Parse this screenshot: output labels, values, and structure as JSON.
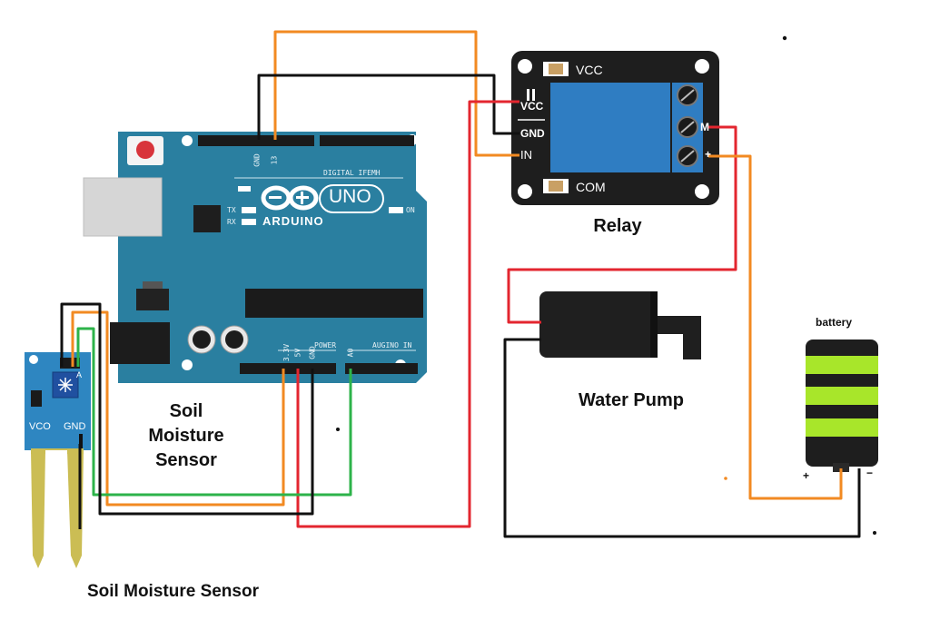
{
  "labels": {
    "relay": "Relay",
    "water_pump": "Water Pump",
    "battery": "battery",
    "soil_sensor_side": "Soil\nMoisture\nSensor",
    "soil_sensor_bottom": "Soil Moisture Sensor"
  },
  "relay_pins": {
    "vcc_top": "VCC",
    "com": "COM",
    "vcc": "VCC",
    "gnd": "GND",
    "in": "IN",
    "m": "M",
    "plus": "+"
  },
  "arduino": {
    "brand": "ARDUINO",
    "model": "UNO",
    "digital": "DIGITAL IFEMH",
    "power": "POWER",
    "analog": "AUGINO IN",
    "gnd": "GND",
    "pin13": "13",
    "tx": "TX",
    "rx": "RX",
    "on": "ON",
    "v33": "3.3V",
    "v5": "5V",
    "gnd2": "GND",
    "a0": "A0"
  },
  "sensor_pins": {
    "vcc": "VCO",
    "gnd": "GND",
    "a": "A"
  },
  "battery_terms": {
    "plus": "+",
    "minus": "−"
  },
  "colors": {
    "wire_orange": "#f28a22",
    "wire_red": "#e3262f",
    "wire_black": "#111111",
    "wire_green": "#2db34a",
    "arduino_blue": "#2a7fa0",
    "relay_blue": "#2f7dc2",
    "battery_green": "#a8e62a"
  }
}
